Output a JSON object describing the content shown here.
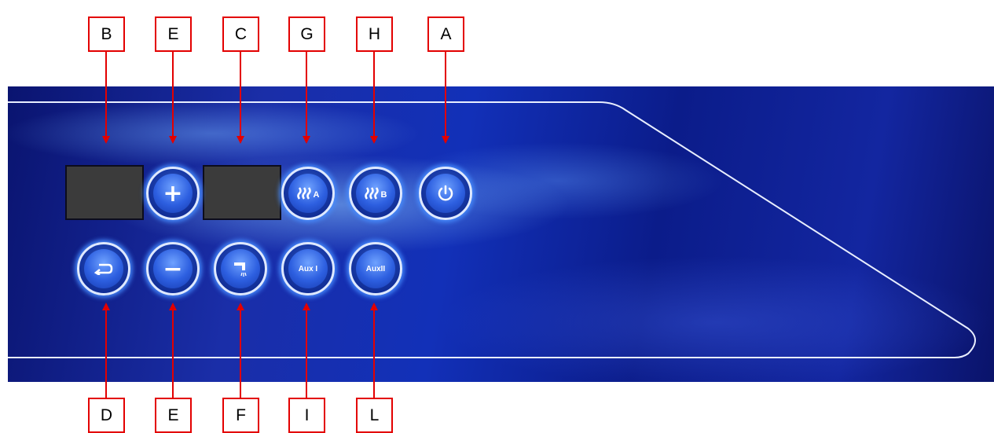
{
  "labels": {
    "top": [
      "B",
      "E",
      "C",
      "G",
      "H",
      "A"
    ],
    "bottom": [
      "D",
      "E",
      "F",
      "I",
      "L"
    ]
  },
  "buttons": {
    "plus": {
      "icon": "plus-icon"
    },
    "pump_a": {
      "icon": "heat-waves-icon",
      "subscript": "A"
    },
    "pump_b": {
      "icon": "heat-waves-icon",
      "subscript": "B"
    },
    "power": {
      "icon": "power-icon"
    },
    "return": {
      "icon": "return-arrow-icon"
    },
    "minus": {
      "icon": "minus-icon"
    },
    "shower": {
      "icon": "shower-icon"
    },
    "aux1": {
      "label": "Aux I"
    },
    "aux2": {
      "label": "AuxII"
    }
  },
  "colors": {
    "callout": "#e30000",
    "panel": "#1326a0",
    "button_glow": "#468cff",
    "display": "#3b3b3b"
  }
}
